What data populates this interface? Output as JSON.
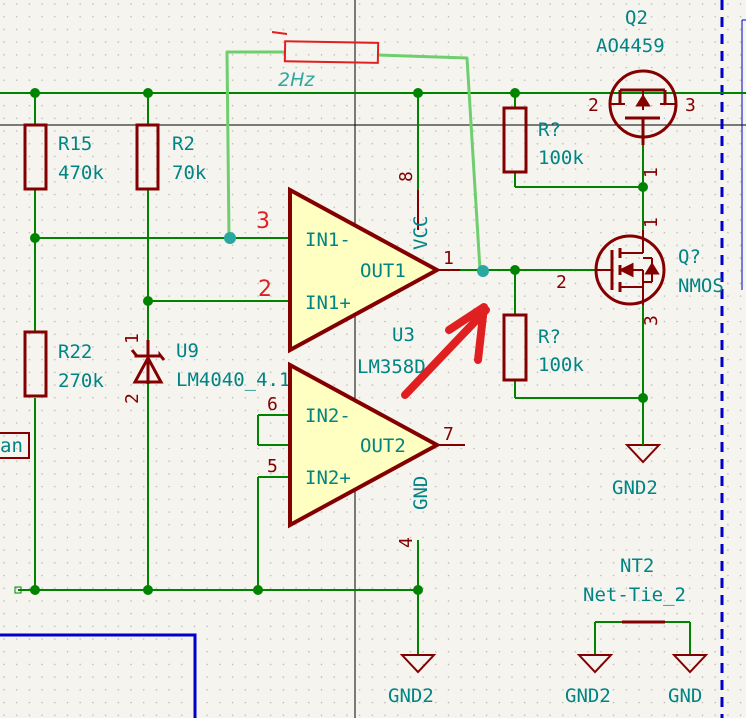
{
  "schematic": {
    "resistors": [
      {
        "ref": "R15",
        "value": "470k"
      },
      {
        "ref": "R2",
        "value": "70k"
      },
      {
        "ref": "R22",
        "value": "270k"
      },
      {
        "ref": "R?",
        "value": "100k"
      },
      {
        "ref": "R?",
        "value": "100k"
      }
    ],
    "opamp": {
      "ref": "U3",
      "value": "LM358D"
    },
    "zener": {
      "ref": "U9",
      "value": "LM4040_4.1",
      "pins": [
        "1",
        "2"
      ]
    },
    "q2": {
      "ref": "Q2",
      "value": "AO4459",
      "pins": [
        "2",
        "3",
        "1"
      ]
    },
    "q_n": {
      "ref": "Q?",
      "value": "NMOS",
      "pins": [
        "1",
        "2",
        "3"
      ]
    },
    "nettie": {
      "ref": "NT2",
      "value": "Net-Tie_2"
    },
    "opamp_pins": {
      "in1_minus": "IN1-",
      "in1_plus": "IN1+",
      "out1": "OUT1",
      "in2_minus": "IN2-",
      "in2_plus": "IN2+",
      "out2": "OUT2",
      "vcc": "VCC",
      "gnd": "GND",
      "num_in1_minus": "3",
      "num_in1_plus": "2",
      "num_out1": "1",
      "num_in2_minus": "6",
      "num_in2_plus": "5",
      "num_out2": "7",
      "num_vcc": "8",
      "num_gnd": "4"
    },
    "power_labels": {
      "gnd2_a": "GND2",
      "gnd2_b": "GND2",
      "gnd2_c": "GND2",
      "gnd": "GND"
    },
    "hier_label": "an",
    "annotations": {
      "freq": "2Hz",
      "pin3": "3",
      "pin2": "2"
    },
    "colors": {
      "wire": "#008400",
      "component": "#840000",
      "body_fill": "#ffffc2",
      "label": "#008484",
      "annotation": "#e02020",
      "handwire": "#6fcf6f",
      "sheet": "#0000c8"
    }
  }
}
